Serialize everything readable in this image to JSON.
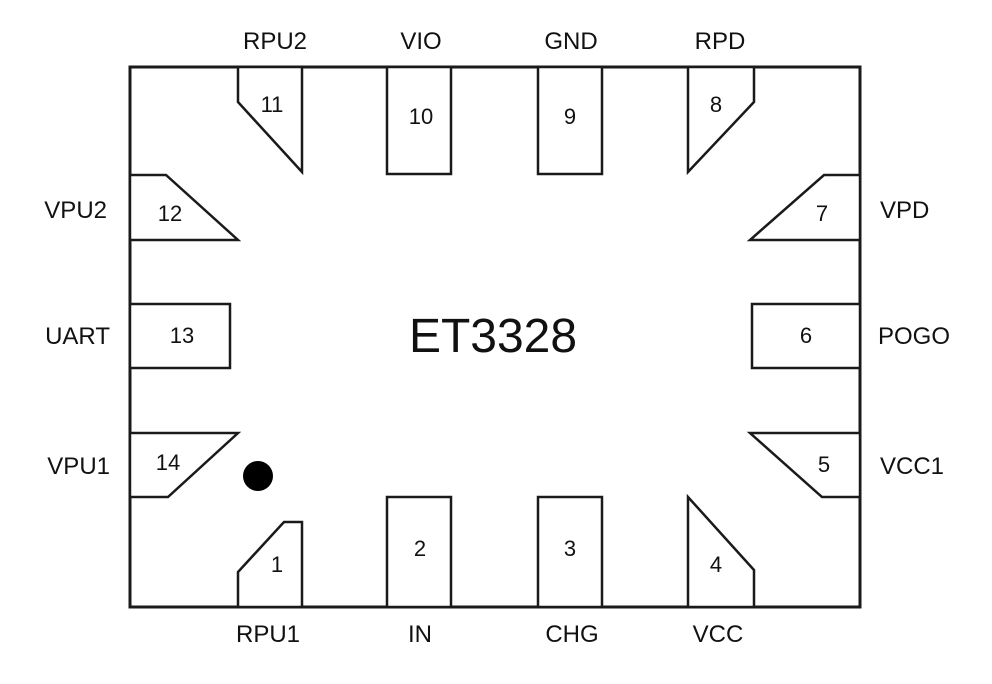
{
  "chip": {
    "name": "ET3328",
    "colors": {
      "ink": "#111111",
      "background": "#ffffff"
    }
  },
  "pins": [
    {
      "number": "1",
      "label": "RPU1",
      "side": "bottom"
    },
    {
      "number": "2",
      "label": "IN",
      "side": "bottom"
    },
    {
      "number": "3",
      "label": "CHG",
      "side": "bottom"
    },
    {
      "number": "4",
      "label": "VCC",
      "side": "bottom"
    },
    {
      "number": "5",
      "label": "VCC1",
      "side": "right"
    },
    {
      "number": "6",
      "label": "POGO",
      "side": "right"
    },
    {
      "number": "7",
      "label": "VPD",
      "side": "right"
    },
    {
      "number": "8",
      "label": "RPD",
      "side": "top"
    },
    {
      "number": "9",
      "label": "GND",
      "side": "top"
    },
    {
      "number": "10",
      "label": "VIO",
      "side": "top"
    },
    {
      "number": "11",
      "label": "RPU2",
      "side": "top"
    },
    {
      "number": "12",
      "label": "VPU2",
      "side": "left"
    },
    {
      "number": "13",
      "label": "UART",
      "side": "left"
    },
    {
      "number": "14",
      "label": "VPU1",
      "side": "left"
    }
  ],
  "pin1_marker": "filled-dot"
}
